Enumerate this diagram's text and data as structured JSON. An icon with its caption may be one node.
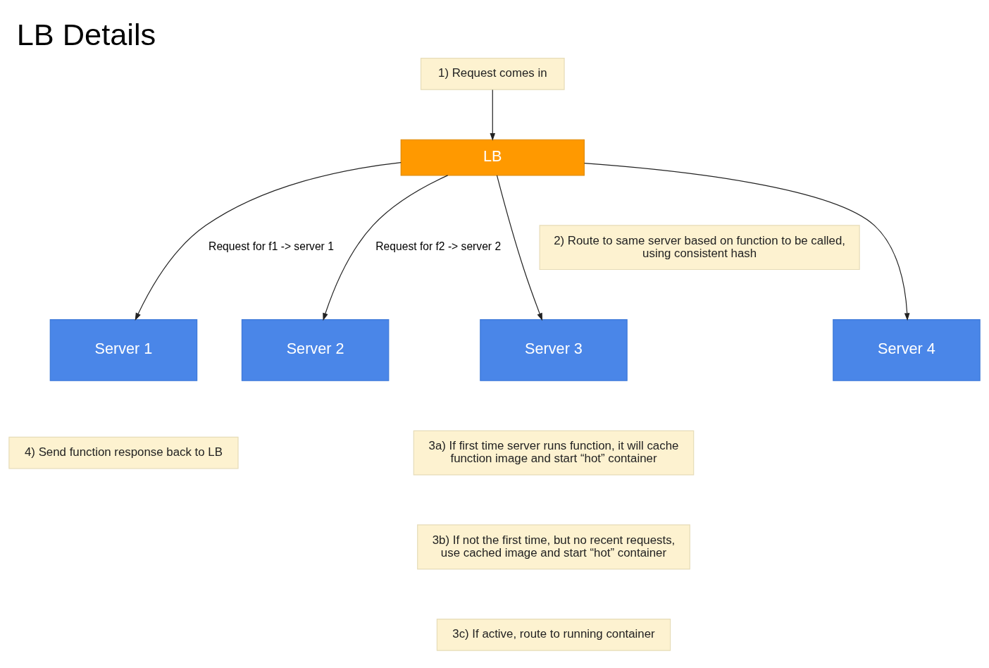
{
  "diagram": {
    "title": "LB Details",
    "nodes": [
      {
        "text": [
          "1) Request comes in"
        ]
      },
      {
        "text": [
          "LB"
        ]
      },
      {
        "text": [
          "Server 1"
        ]
      },
      {
        "text": [
          "Server 2"
        ]
      },
      {
        "text": [
          "Server 3"
        ]
      },
      {
        "text": [
          "Server 4"
        ]
      },
      {
        "text": [
          "2) Route to same server based on function to be called, using consistent hash"
        ]
      },
      {
        "text": [
          "4) Send function response back to LB"
        ]
      },
      {
        "text": [
          "3a) If first time server runs function, it will cache function image and start “hot” container"
        ]
      },
      {
        "text": [
          "3b) If not the first time, but no recent requests, use cached image and start “hot” container"
        ]
      },
      {
        "text": [
          "3c) If active, route to running container"
        ]
      }
    ],
    "edges": [
      {
        "from": 0,
        "to": 1,
        "arrow": "to"
      },
      {
        "from": 1,
        "to": 2,
        "arrow": "to",
        "label": "Request for f1 -> server 1"
      },
      {
        "from": 1,
        "to": 3,
        "arrow": "to",
        "label": "Request for f2 -> server 2"
      },
      {
        "from": 1,
        "to": 4,
        "arrow": "to"
      },
      {
        "from": 1,
        "to": 5,
        "arrow": "to"
      }
    ]
  }
}
